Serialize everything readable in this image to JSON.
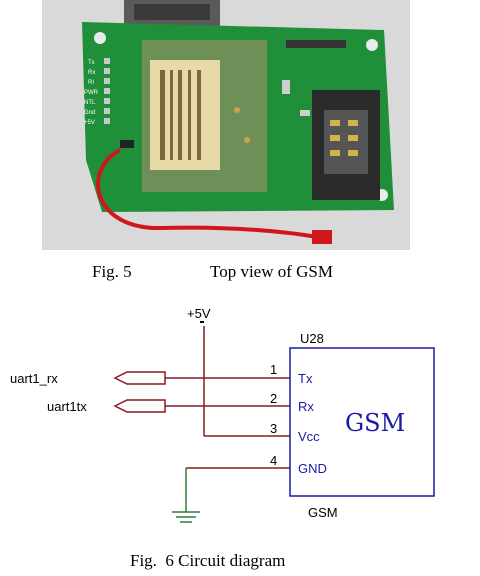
{
  "figure5": {
    "number": "Fig. 5",
    "title": "Top view of GSM"
  },
  "figure6": {
    "caption": "Fig.  6 Circuit diagram"
  },
  "board": {
    "pin_labels": [
      "Tx",
      "Rx",
      "RI",
      "PWR",
      "NTL",
      "Gnd",
      "+5V"
    ]
  },
  "circuit": {
    "power_label": "+5V",
    "designator": "U28",
    "module_name": "GSM",
    "bottom_label": "GSM",
    "nets": [
      {
        "label": "uart1_rx",
        "pin": "1",
        "pin_name": "Tx"
      },
      {
        "label": "uart1tx",
        "pin": "2",
        "pin_name": "Rx"
      }
    ],
    "power_pin": {
      "pin": "3",
      "pin_name": "Vcc"
    },
    "ground_pin": {
      "pin": "4",
      "pin_name": "GND"
    },
    "colors": {
      "wire": "#8b1a1a",
      "box": "#1a1aa6",
      "ground": "#2e7d32"
    }
  }
}
